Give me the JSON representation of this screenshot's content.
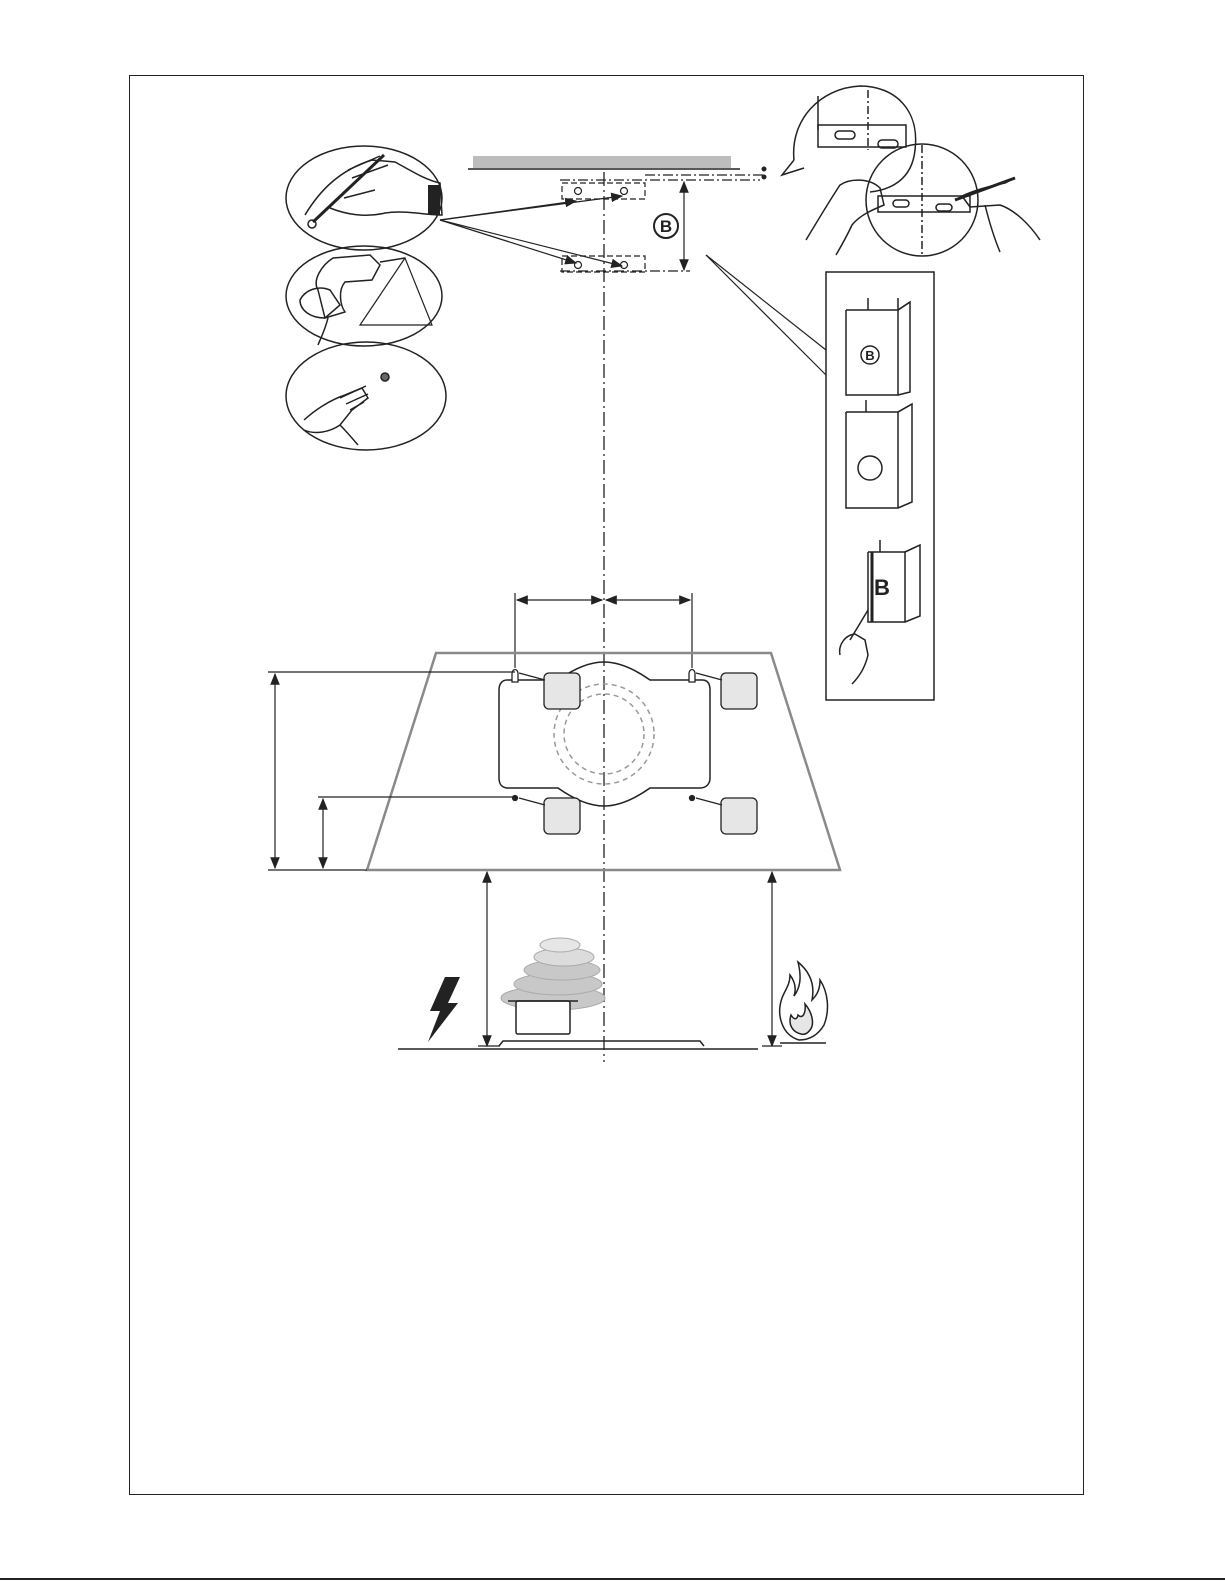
{
  "diagram": {
    "bracket_label": "B",
    "chimney_label_top": "B",
    "chimney_label_bottom": "B",
    "colors": {
      "line": "#222222",
      "ceiling": "#bdbdbd",
      "hood": "#8a8a8a",
      "pad_fill": "#e6e6e6",
      "steam": "#b5b5b5"
    },
    "icons": [
      "pencil-hand-icon",
      "drill-icon",
      "wall-plug-icon",
      "screwdriver-hand-icon",
      "lightning-icon",
      "flame-icon",
      "pot-icon"
    ]
  }
}
